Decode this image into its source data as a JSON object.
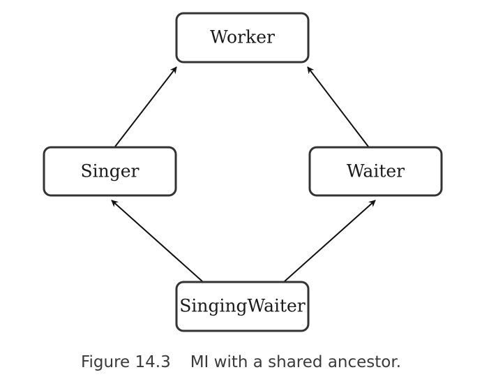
{
  "diagram": {
    "nodes": {
      "worker": "Worker",
      "singer": "Singer",
      "waiter": "Waiter",
      "singing_waiter": "SingingWaiter"
    },
    "edges": [
      {
        "from": "Singer",
        "to": "Worker"
      },
      {
        "from": "Waiter",
        "to": "Worker"
      },
      {
        "from": "SingingWaiter",
        "to": "Singer"
      },
      {
        "from": "SingingWaiter",
        "to": "Waiter"
      }
    ]
  },
  "caption": {
    "figure_number": "Figure 14.3",
    "text": "MI with a shared ancestor."
  }
}
